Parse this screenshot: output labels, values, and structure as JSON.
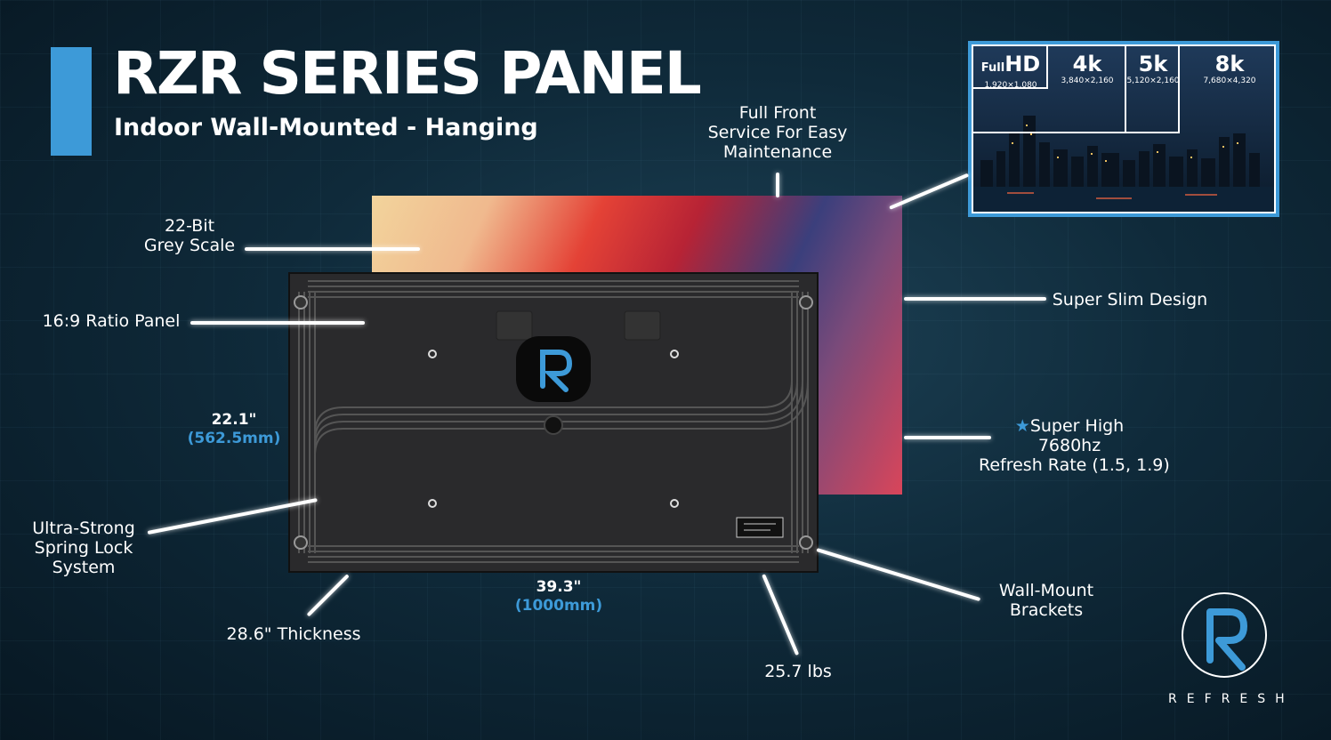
{
  "header": {
    "title": "RZR SERIES PANEL",
    "subtitle": "Indoor Wall-Mounted - Hanging"
  },
  "features": {
    "full_front": [
      "Full Front",
      "Service For Easy",
      "Maintenance"
    ],
    "grey_scale": [
      "22-Bit",
      "Grey Scale"
    ],
    "ratio": "16:9 Ratio Panel",
    "slim": "Super Slim Design",
    "refresh_star": "★",
    "refresh": [
      "Super High",
      "7680hz",
      "Refresh Rate (1.5, 1.9)"
    ],
    "spring_lock": [
      "Ultra-Strong",
      "Spring Lock",
      "System"
    ],
    "thickness": "28.6\" Thickness",
    "weight": "25.7 lbs",
    "brackets": [
      "Wall-Mount",
      "Brackets"
    ]
  },
  "dimensions": {
    "height_in": "22.1\"",
    "height_mm": "(562.5mm)",
    "width_in": "39.3\"",
    "width_mm": "(1000mm)"
  },
  "resolutions": [
    {
      "prefix": "Full",
      "label": "HD",
      "size": "1,920×1,080"
    },
    {
      "prefix": "",
      "label": "4k",
      "size": "3,840×2,160"
    },
    {
      "prefix": "",
      "label": "5k",
      "size": "5,120×2,160"
    },
    {
      "prefix": "",
      "label": "8k",
      "size": "7,680×4,320"
    }
  ],
  "brand": {
    "name": "REFRESH",
    "accent_color": "#3d9ad8"
  },
  "icons": {
    "panel_logo": "r-logo-icon",
    "brand_logo": "refresh-r-logo-icon"
  }
}
